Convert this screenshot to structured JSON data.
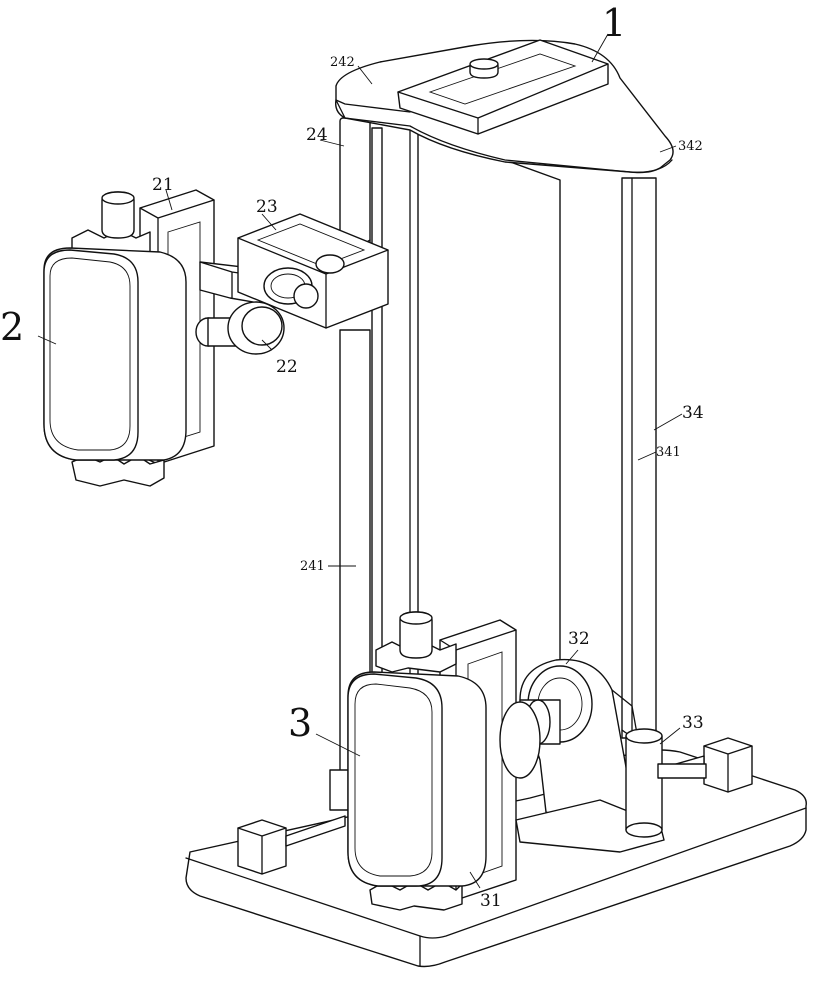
{
  "labels": {
    "1": "1",
    "2": "2",
    "3": "3",
    "21": "21",
    "22": "22",
    "23": "23",
    "24": "24",
    "31": "31",
    "32": "32",
    "33": "33",
    "34": "34",
    "241": "241",
    "242": "242",
    "341": "341",
    "342": "342"
  }
}
